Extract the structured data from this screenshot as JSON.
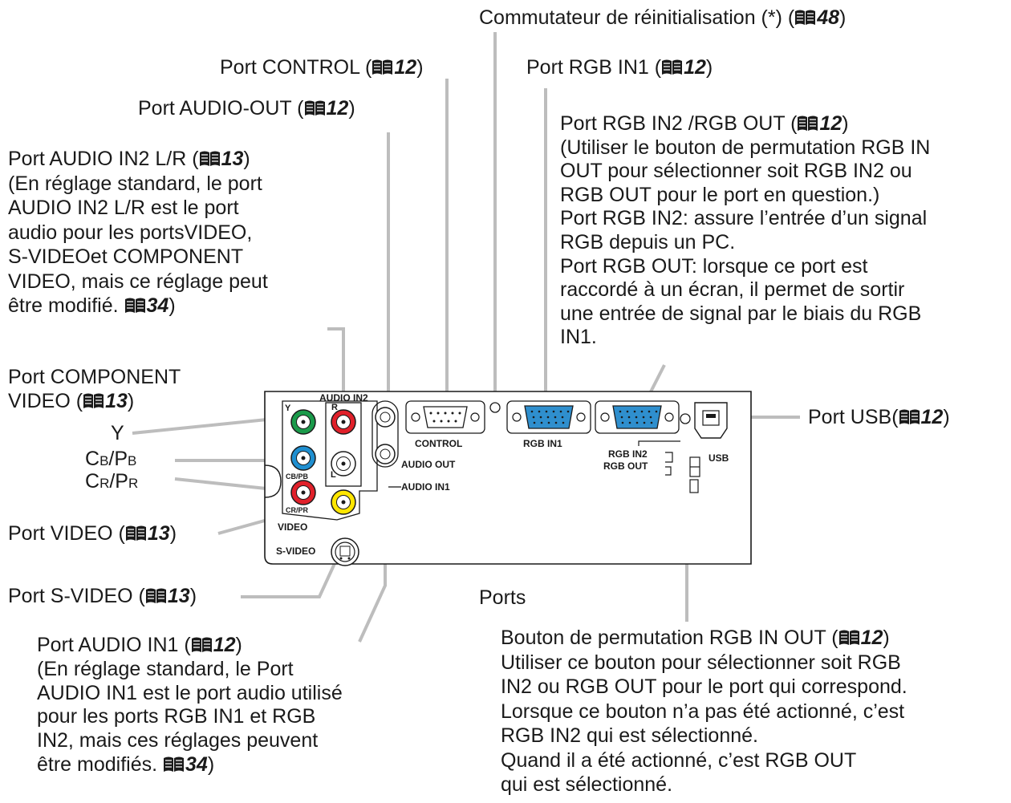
{
  "labels": {
    "reset": {
      "pre": "Commutateur de réinitialisation (*) (",
      "ref": "48",
      "post": ")"
    },
    "control": {
      "pre": "Port CONTROL (",
      "ref": "12",
      "post": ")"
    },
    "rgb_in1": {
      "pre": "Port RGB IN1 (",
      "ref": "12",
      "post": ")"
    },
    "audio_out": {
      "pre": "Port AUDIO-OUT (",
      "ref": "12",
      "post": ")"
    },
    "rgb_in2": {
      "line1_pre": "Port RGB IN2 /RGB OUT (",
      "line1_ref": "12",
      "line1_post": ")",
      "lines": [
        "(Utiliser le bouton de permutation RGB IN",
        "OUT pour sélectionner soit RGB IN2 ou",
        "RGB OUT pour le port en question.)",
        "Port RGB IN2: assure l’entrée d’un signal",
        "RGB depuis un PC.",
        "Port RGB OUT: lorsque ce port est",
        "raccordé à un écran, il permet de sortir",
        "une entrée de signal par le biais du RGB",
        "IN1."
      ]
    },
    "audio_in2": {
      "line1_pre": "Port AUDIO IN2 L/R (",
      "line1_ref": "13",
      "line1_post": ")",
      "lines": [
        "(En réglage standard, le port",
        "AUDIO IN2 L/R est le port",
        "audio pour les portsVIDEO,",
        "S-VIDEOet COMPONENT",
        "VIDEO, mais ce réglage peut"
      ],
      "last_pre": "être modifié. ",
      "last_ref": "34",
      "last_post": ")"
    },
    "component": {
      "line1": "Port COMPONENT",
      "line2_pre": "VIDEO (",
      "line2_ref": "13",
      "line2_post": ")"
    },
    "y": "Y",
    "cb": {
      "a": "C",
      "b": "B",
      "c": "/P",
      "d": "B"
    },
    "cr": {
      "a": "C",
      "b": "R",
      "c": "/P",
      "d": "R"
    },
    "usb": {
      "pre": "Port USB(",
      "ref": "12",
      "post": ")"
    },
    "video": {
      "pre": "Port VIDEO (",
      "ref": "13",
      "post": ")"
    },
    "svideo": {
      "pre": "Port S-VIDEO (",
      "ref": "13",
      "post": ")"
    },
    "caption": "Ports",
    "audio_in1": {
      "line1_pre": "Port AUDIO IN1 (",
      "line1_ref": "12",
      "line1_post": ")",
      "lines": [
        "(En réglage standard, le Port",
        "AUDIO IN1 est le port audio utilisé",
        "pour les ports RGB IN1 et RGB",
        "IN2, mais ces réglages peuvent"
      ],
      "last_pre": "être modifiés. ",
      "last_ref": "34",
      "last_post": ")"
    },
    "switch": {
      "line1_pre": "Bouton de permutation RGB IN OUT (",
      "line1_ref": "12",
      "line1_post": ")",
      "lines": [
        "Utiliser ce bouton pour sélectionner soit RGB",
        "IN2 ou RGB OUT pour le port qui correspond.",
        "Lorsque ce bouton n’a pas été actionné, c’est",
        "RGB IN2 qui est sélectionné.",
        "Quand il a été actionné, c’est RGB OUT",
        "qui est sélectionné."
      ]
    }
  },
  "panel": {
    "audio_in2": "AUDIO IN2",
    "y": "Y",
    "cb": "CB/PB",
    "cr": "CR/PR",
    "video": "VIDEO",
    "svideo": "S-VIDEO",
    "l": "L",
    "r": "R",
    "control": "CONTROL",
    "audio_out": "AUDIO OUT",
    "audio_in1": "AUDIO IN1",
    "rgb_in1": "RGB IN1",
    "rgb_in2": "RGB IN2",
    "rgb_out": "RGB OUT",
    "usb": "USB"
  },
  "colors": {
    "leader": "#bdbdbd",
    "vga_blue": "#2f8fce",
    "green": "#1a9a4a",
    "blue": "#1f8fd0",
    "red": "#e0202a",
    "yellow": "#ffe600"
  }
}
